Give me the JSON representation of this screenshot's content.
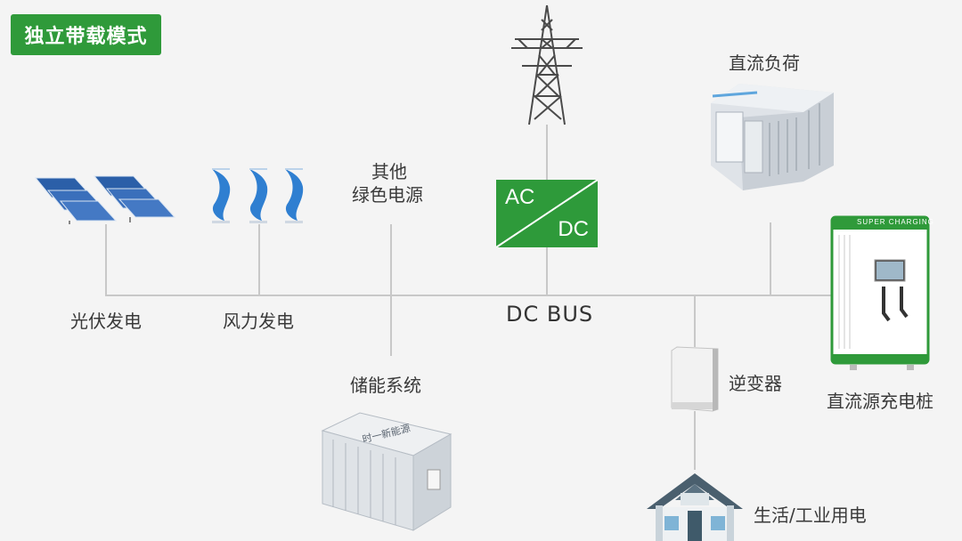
{
  "mode_title": "独立带载模式",
  "bus_label": "DC BUS",
  "converter": {
    "ac": "AC",
    "dc": "DC"
  },
  "nodes": {
    "solar": "光伏发电",
    "wind": "风力发电",
    "other_green_line1": "其他",
    "other_green_line2": "绿色电源",
    "storage": "储能系统",
    "dc_load": "直流负荷",
    "inverter": "逆变器",
    "charging": "直流源充电桩",
    "household": "生活/工业用电"
  },
  "charger_brand": "SUPER CHARGING",
  "storage_brand": "时一新能源",
  "colors": {
    "accent_green": "#2f9a3a",
    "line": "#c8c8c8",
    "text": "#333333"
  },
  "icons": [
    "transmission-tower-icon",
    "solar-panel-icon",
    "wind-turbine-icon",
    "ac-dc-converter-icon",
    "dc-load-unit-icon",
    "charging-pile-icon",
    "inverter-icon",
    "storage-container-icon",
    "house-icon"
  ]
}
